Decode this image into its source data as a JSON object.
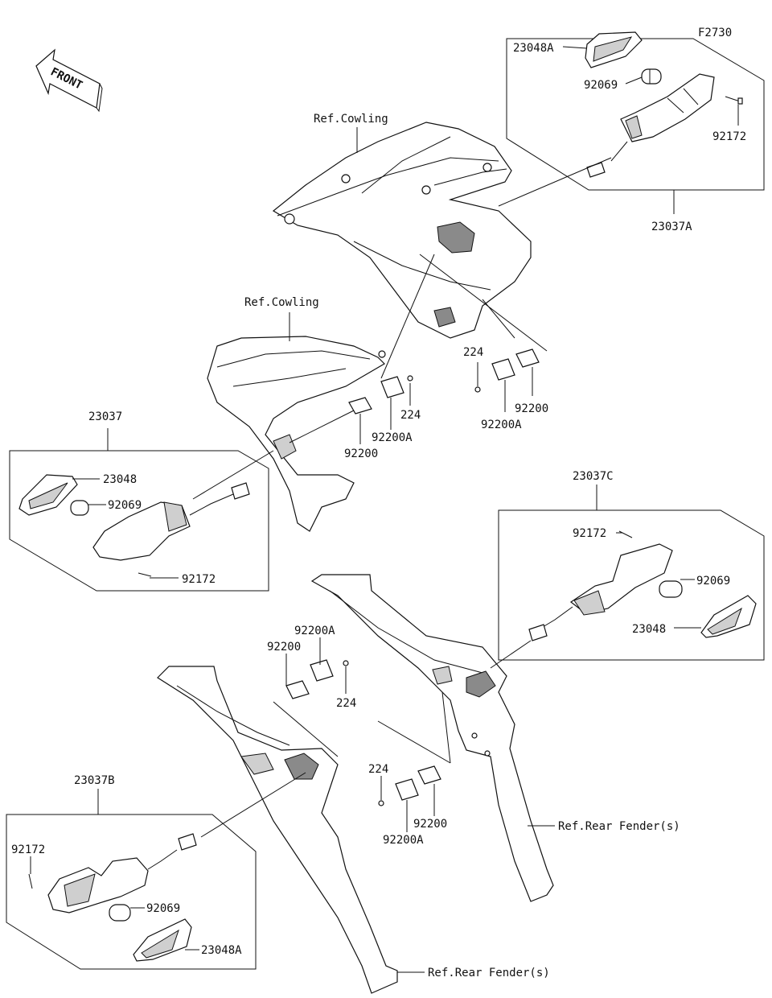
{
  "diagram_code": "F2730",
  "front_arrow": {
    "text": "FRONT"
  },
  "callouts": [
    {
      "id": "c1",
      "text": "23048A"
    },
    {
      "id": "c2",
      "text": "92069"
    },
    {
      "id": "c3",
      "text": "92172"
    },
    {
      "id": "c4",
      "text": "23037A"
    },
    {
      "id": "c5",
      "text": "Ref.Cowling"
    },
    {
      "id": "c6",
      "text": "Ref.Cowling"
    },
    {
      "id": "c7",
      "text": "224"
    },
    {
      "id": "c8",
      "text": "92200"
    },
    {
      "id": "c9",
      "text": "92200A"
    },
    {
      "id": "c10",
      "text": "224"
    },
    {
      "id": "c11",
      "text": "92200A"
    },
    {
      "id": "c12",
      "text": "92200"
    },
    {
      "id": "c13",
      "text": "23037"
    },
    {
      "id": "c14",
      "text": "23048"
    },
    {
      "id": "c15",
      "text": "92069"
    },
    {
      "id": "c16",
      "text": "92172"
    },
    {
      "id": "c17",
      "text": "23037C"
    },
    {
      "id": "c18",
      "text": "92172"
    },
    {
      "id": "c19",
      "text": "92069"
    },
    {
      "id": "c20",
      "text": "23048"
    },
    {
      "id": "c21",
      "text": "92200A"
    },
    {
      "id": "c22",
      "text": "92200"
    },
    {
      "id": "c23",
      "text": "224"
    },
    {
      "id": "c24",
      "text": "224"
    },
    {
      "id": "c25",
      "text": "92200"
    },
    {
      "id": "c26",
      "text": "92200A"
    },
    {
      "id": "c27",
      "text": "Ref.Rear Fender(s)"
    },
    {
      "id": "c28",
      "text": "23037B"
    },
    {
      "id": "c29",
      "text": "92172"
    },
    {
      "id": "c30",
      "text": "92069"
    },
    {
      "id": "c31",
      "text": "23048A"
    },
    {
      "id": "c32",
      "text": "Ref.Rear Fender(s)"
    }
  ]
}
